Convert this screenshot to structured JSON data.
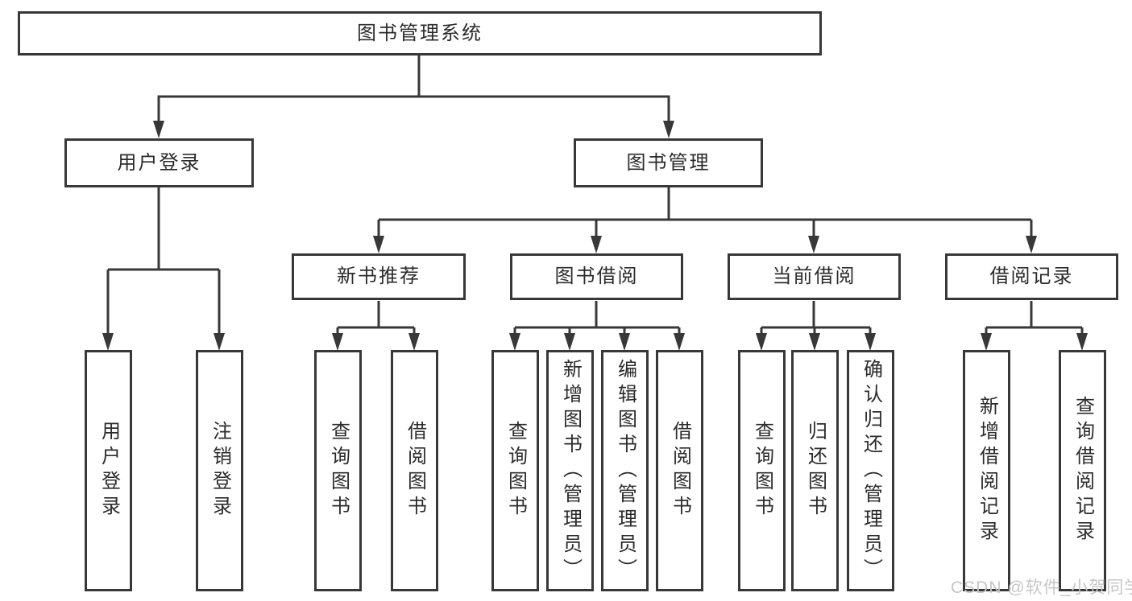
{
  "diagram": {
    "root": {
      "label": "图书管理系统"
    },
    "branches": [
      {
        "label": "用户登录",
        "children": [
          {
            "label": "用户登录"
          },
          {
            "label": "注销登录"
          }
        ]
      },
      {
        "label": "图书管理",
        "children": [
          {
            "label": "新书推荐",
            "children": [
              {
                "label": "查询图书"
              },
              {
                "label": "借阅图书"
              }
            ]
          },
          {
            "label": "图书借阅",
            "children": [
              {
                "label": "查询图书"
              },
              {
                "label": "新增图书（管理员）"
              },
              {
                "label": "编辑图书（管理员）"
              },
              {
                "label": "借阅图书"
              }
            ]
          },
          {
            "label": "当前借阅",
            "children": [
              {
                "label": "查询图书"
              },
              {
                "label": "归还图书"
              },
              {
                "label": "确认归还（管理员）"
              }
            ]
          },
          {
            "label": "借阅记录",
            "children": [
              {
                "label": "新增借阅记录"
              },
              {
                "label": "查询借阅记录"
              }
            ]
          }
        ]
      }
    ]
  },
  "watermark": {
    "text": "CSDN @软件_小贺同学"
  },
  "colors": {
    "line": "#383838",
    "text": "#2b2b2b",
    "background": "#ffffff",
    "watermark": "#c6c6c6"
  }
}
